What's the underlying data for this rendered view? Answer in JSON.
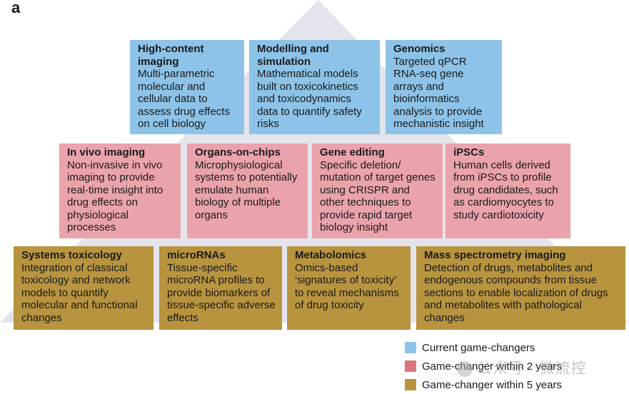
{
  "panel_letter": "a",
  "tiers": {
    "top": [
      {
        "title": "High-content imaging",
        "desc": "Multi-parametric molecular and cellular data to assess drug effects on cell biology"
      },
      {
        "title": "Modelling and simulation",
        "desc": "Mathematical models built on toxicokinetics and toxicodynamics data to quantify safety risks"
      },
      {
        "title": "Genomics",
        "desc": "Targeted qPCR RNA-seq gene arrays and bioinformatics analysis to provide mechanistic insight"
      }
    ],
    "middle": [
      {
        "title": "In vivo imaging",
        "desc": "Non-invasive in vivo imaging to provide real-time insight into drug effects on physiological processes"
      },
      {
        "title": "Organs-on-chips",
        "desc": "Microphysiological systems to potentially emulate human biology of multiple organs"
      },
      {
        "title": "Gene editing",
        "desc": "Specific deletion/ mutation of target genes using CRISPR and other techniques to provide rapid target biology insight"
      },
      {
        "title": "iPSCs",
        "desc": "Human cells derived from iPSCs to profile drug candidates, such as cardiomyocytes to study cardiotoxicity"
      }
    ],
    "bottom": [
      {
        "title": "Systems toxicology",
        "desc": "Integration of classical toxicology and network models to quantify molecular and functional changes"
      },
      {
        "title": "microRNAs",
        "desc": "Tissue-specific microRNA profiles to provide biomarkers of tissue-specific adverse effects"
      },
      {
        "title": "Metabolomics",
        "desc": "Omics-based ‘signatures of toxicity’ to reveal mechanisms of drug toxicity"
      },
      {
        "title": "Mass spectrometry imaging",
        "desc": "Detection of drugs, metabolites and endogenous compounds from tissue sections to enable localization of drugs and metabolites with pathological changes"
      }
    ]
  },
  "legend": [
    {
      "label": "Current game-changers",
      "color": "#8dc3e8"
    },
    {
      "label": "Game-changer within 2 years",
      "color": "#e0737c"
    },
    {
      "label": "Game-changer within 5 years",
      "color": "#b8943f"
    }
  ],
  "colors": {
    "triangle": "#e4e4ec",
    "blue": "#8dc3e8",
    "red": "#eba3ab",
    "gold": "#b8943f"
  },
  "watermark": "公众号 · 微流控"
}
